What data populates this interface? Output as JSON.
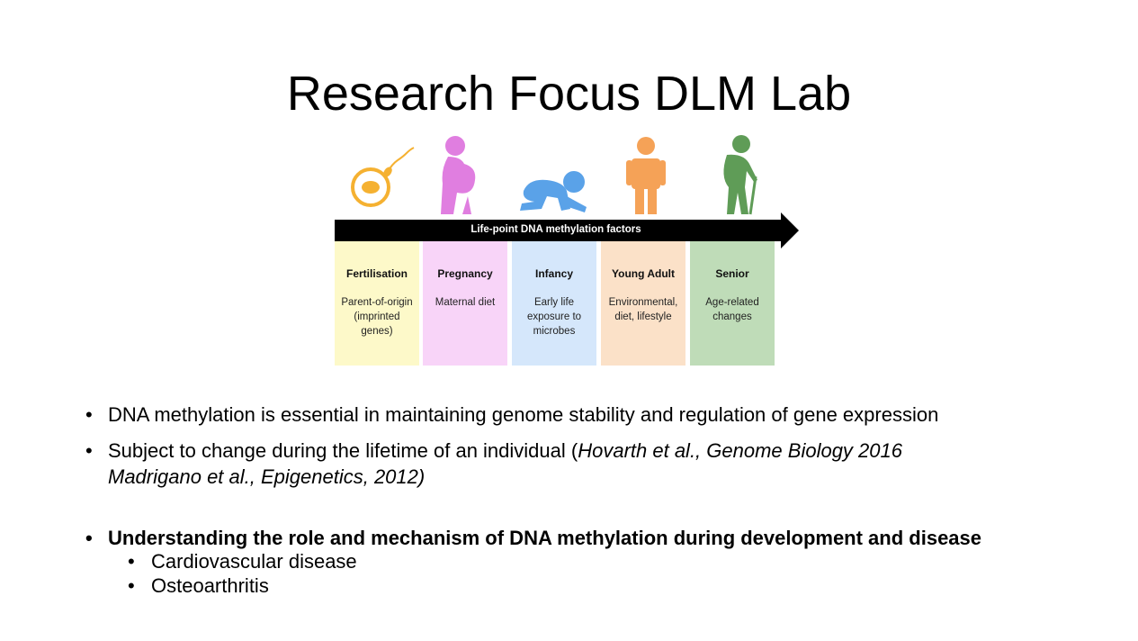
{
  "title": "Research Focus DLM Lab",
  "figure": {
    "arrow_label": "Life-point DNA methylation factors",
    "stages": [
      {
        "name": "Fertilisation",
        "desc": "Parent-of-origin (imprinted genes)",
        "color": "#fdf9c9",
        "icon": "egg-sperm-icon",
        "icon_color": "#f5b131"
      },
      {
        "name": "Pregnancy",
        "desc": "Maternal diet",
        "color": "#f8d4f8",
        "icon": "pregnant-woman-icon",
        "icon_color": "#e07ee0"
      },
      {
        "name": "Infancy",
        "desc": "Early life exposure to microbes",
        "color": "#d5e7fb",
        "icon": "crawling-baby-icon",
        "icon_color": "#5aa2e8"
      },
      {
        "name": "Young Adult",
        "desc": "Environmental, diet, lifestyle",
        "color": "#fbe1c8",
        "icon": "adult-person-icon",
        "icon_color": "#f5a257"
      },
      {
        "name": "Senior",
        "desc": "Age-related changes",
        "color": "#bfdcb8",
        "icon": "elderly-person-icon",
        "icon_color": "#5f9c57"
      }
    ]
  },
  "bullets": {
    "b1": "DNA methylation is essential in maintaining genome stability and regulation of gene expression",
    "b2_plain": "Subject to change during the lifetime of an individual (",
    "b2_ref1": "Hovarth et al., Genome Biology 2016",
    "b2_ref2": "Madrigano et al., Epigenetics, 2012)",
    "b3": "Understanding the role and mechanism of DNA methylation during development and disease",
    "sub": [
      "Cardiovascular disease",
      "Osteoarthritis"
    ],
    "marker": "•"
  },
  "colors": {
    "arrow": "#000000"
  }
}
